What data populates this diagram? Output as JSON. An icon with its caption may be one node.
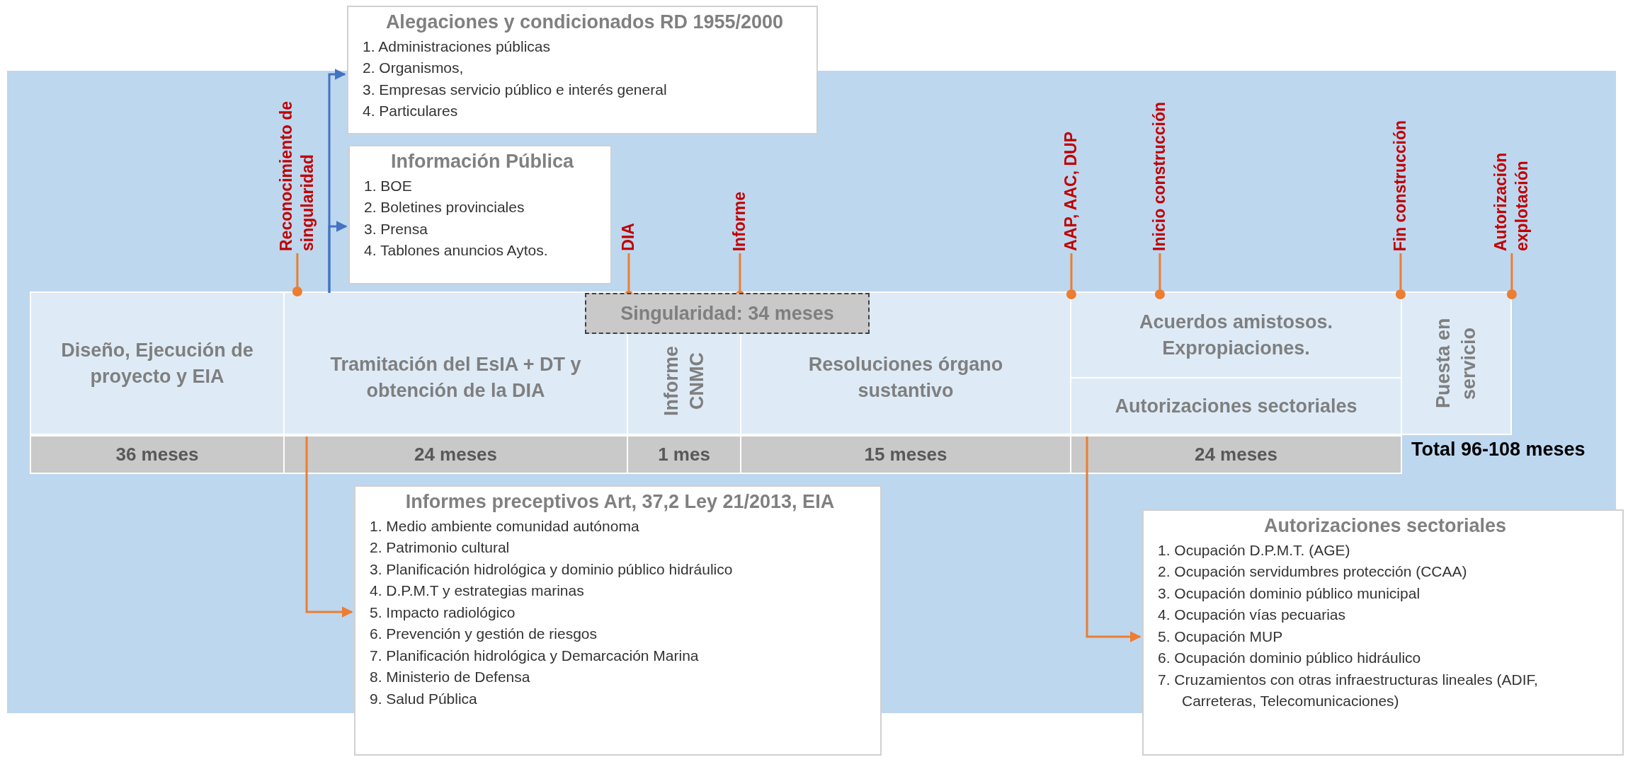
{
  "diagram": {
    "nodes": [
      {
        "text": [
          "Diseño, Ejecución de proyecto y EIA"
        ],
        "beside": [
          "36 meses"
        ]
      },
      {
        "text": [
          "Tramitación del EsIA + DT y obtención de la DIA"
        ],
        "beside": [
          "24 meses"
        ]
      },
      {
        "text": [
          "Informe CNMC"
        ],
        "beside": [
          "1 mes"
        ]
      },
      {
        "text": [
          "Resoluciones órgano sustantivo"
        ],
        "beside": [
          "15 meses"
        ]
      },
      {
        "text": [
          "Acuerdos amistosos. Expropiaciones."
        ]
      },
      {
        "text": [
          "Autorizaciones sectoriales"
        ],
        "beside": [
          "24 meses"
        ]
      },
      {
        "text": [
          "Puesta en servicio"
        ]
      },
      {
        "text": [
          "Singularidad: 34 meses"
        ]
      },
      {
        "text": [
          "Alegaciones y condicionados RD 1955/2000",
          "1. Administraciones públicas",
          "2. Organismos,",
          "3. Empresas servicio público e interés general",
          "4. Particulares"
        ]
      },
      {
        "text": [
          "Información Pública",
          "1. BOE",
          "2. Boletines provinciales",
          "3. Prensa",
          "4. Tablones anuncios Aytos."
        ]
      },
      {
        "text": [
          "Informes preceptivos Art, 37,2 Ley 21/2013, EIA",
          "1. Medio ambiente comunidad autónoma",
          "2. Patrimonio cultural",
          "3. Planificación hidrológica y dominio público hidráulico",
          "4. D.P.M.T y estrategias marinas",
          "5. Impacto radiológico",
          "6. Prevención y gestión de riesgos",
          "7. Planificación hidrológica y Demarcación Marina",
          "8. Ministerio de Defensa",
          "9. Salud Pública"
        ]
      },
      {
        "text": [
          "Autorizaciones sectoriales",
          "1. Ocupación D.P.M.T. (AGE)",
          "2. Ocupación servidumbres protección (CCAA)",
          "3. Ocupación dominio público municipal",
          "4. Ocupación vías pecuarias",
          "5. Ocupación MUP",
          "6. Ocupación dominio público hidráulico",
          "7. Cruzamientos con otras infraestructuras lineales (ADIF, Carreteras, Telecomunicaciones)"
        ]
      },
      {
        "text": [
          "Reconocimiento de singularidad"
        ]
      },
      {
        "text": [
          "DIA"
        ]
      },
      {
        "text": [
          "Informe"
        ]
      },
      {
        "text": [
          "AAP, AAC, DUP"
        ]
      },
      {
        "text": [
          "Inicio construcción"
        ]
      },
      {
        "text": [
          "Fin construcción"
        ]
      },
      {
        "text": [
          "Autorización explotación"
        ]
      }
    ],
    "edges": [
      {
        "from": 1,
        "to": 8,
        "arrow": "to",
        "color": "#4472c4"
      },
      {
        "from": 1,
        "to": 9,
        "arrow": "to",
        "color": "#4472c4"
      },
      {
        "from": 1,
        "to": 10,
        "arrow": "to"
      },
      {
        "from": 5,
        "to": 11,
        "arrow": "to"
      },
      {
        "from": 12,
        "to": null,
        "arrow": "other"
      },
      {
        "from": 13,
        "to": 7,
        "arrow": "other"
      },
      {
        "from": 14,
        "to": 7,
        "arrow": "other"
      },
      {
        "from": 15,
        "to": 4,
        "arrow": "other"
      },
      {
        "from": 16,
        "to": 4,
        "arrow": "other"
      },
      {
        "from": 17,
        "to": 6,
        "arrow": "other"
      },
      {
        "from": 18,
        "to": 6,
        "arrow": "other"
      }
    ],
    "labels": [
      "Total 96-108 meses"
    ]
  }
}
